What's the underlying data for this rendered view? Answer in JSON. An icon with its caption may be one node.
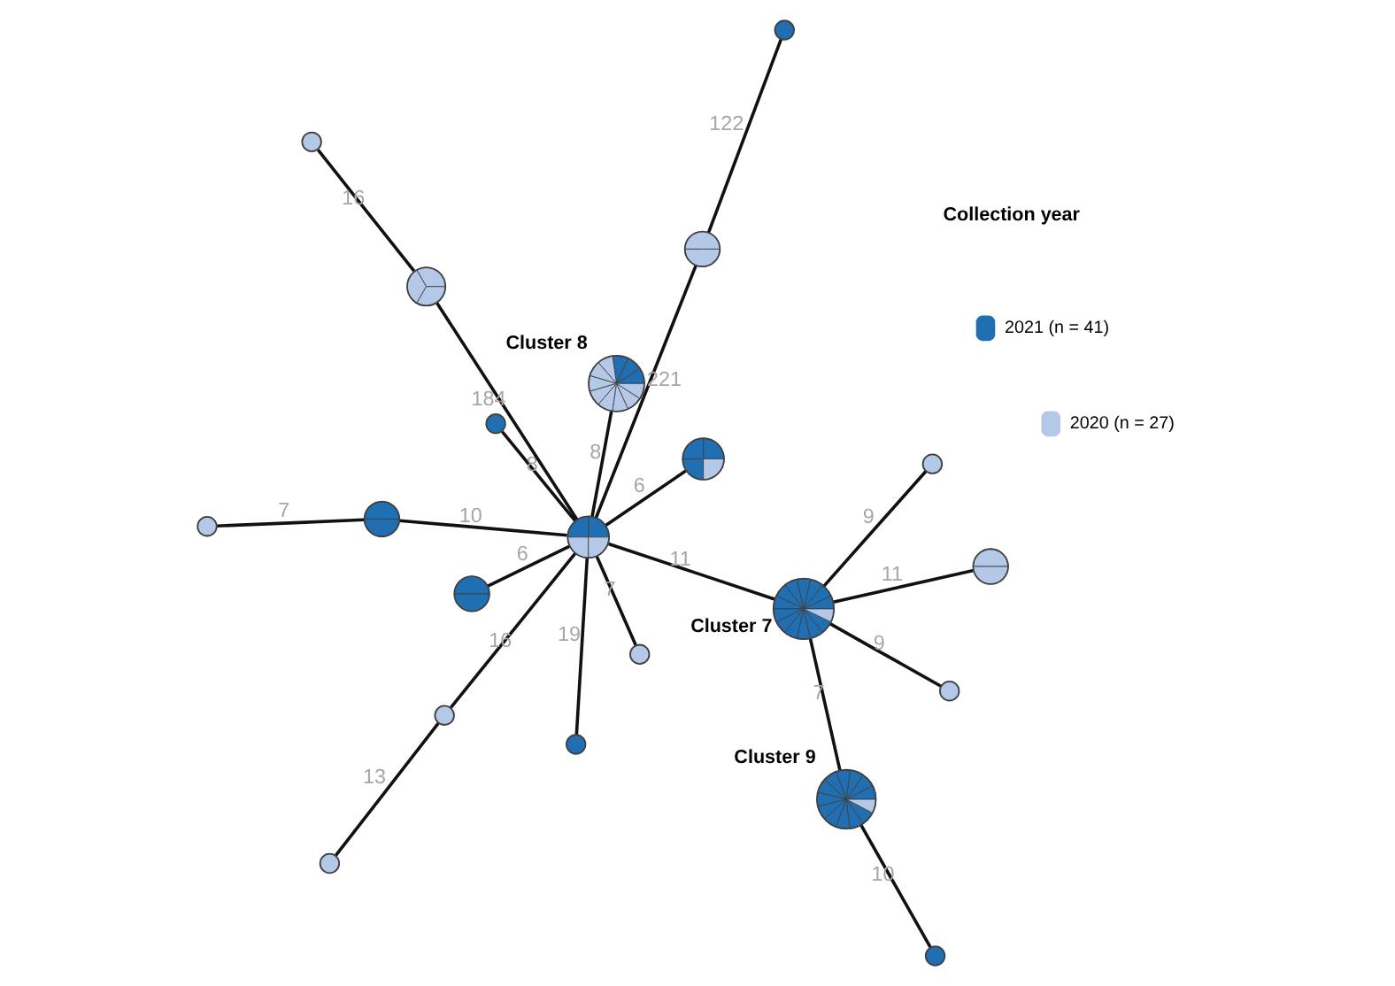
{
  "diagram": {
    "nodes": [
      {
        "text": [],
        "shape": "circle"
      },
      {
        "text": [],
        "shape": "circle"
      },
      {
        "text": [],
        "shape": "circle"
      },
      {
        "text": [],
        "shape": "circle"
      },
      {
        "text": [],
        "shape": "circle"
      },
      {
        "text": [],
        "shape": "circle",
        "beside": [
          "Cluster 9"
        ]
      },
      {
        "text": [],
        "shape": "circle"
      },
      {
        "text": [],
        "shape": "circle"
      },
      {
        "text": [],
        "shape": "circle"
      },
      {
        "text": [],
        "shape": "circle"
      },
      {
        "text": [],
        "shape": "circle"
      },
      {
        "text": [],
        "shape": "circle"
      },
      {
        "text": [],
        "shape": "circle"
      },
      {
        "text": [],
        "shape": "circle",
        "beside": [
          "Cluster 7"
        ]
      },
      {
        "text": [],
        "shape": "circle"
      },
      {
        "text": [],
        "shape": "circle"
      },
      {
        "text": [],
        "shape": "circle",
        "beside": [
          "Cluster 8"
        ]
      },
      {
        "text": [],
        "shape": "circle"
      },
      {
        "text": [],
        "shape": "circle"
      },
      {
        "text": [],
        "shape": "circle"
      },
      {
        "text": [],
        "shape": "circle"
      }
    ],
    "edges": [
      {
        "from": 2,
        "to": 5,
        "arrow": "none",
        "label": "10"
      },
      {
        "from": 5,
        "to": 13,
        "arrow": "none",
        "label": "7"
      },
      {
        "from": 13,
        "to": 6,
        "arrow": "none",
        "label": "11"
      },
      {
        "from": 13,
        "to": 7,
        "arrow": "none",
        "label": "9"
      },
      {
        "from": 13,
        "to": 9,
        "arrow": "none",
        "label": "9"
      },
      {
        "from": 13,
        "to": 11,
        "arrow": "none",
        "label": "11"
      },
      {
        "from": 11,
        "to": 4,
        "arrow": "none",
        "label": "16"
      },
      {
        "from": 4,
        "to": 1,
        "arrow": "none",
        "label": "13"
      },
      {
        "from": 11,
        "to": 8,
        "arrow": "none",
        "label": "6"
      },
      {
        "from": 11,
        "to": 3,
        "arrow": "none",
        "label": "221"
      },
      {
        "from": 3,
        "to": 0,
        "arrow": "none",
        "label": "122"
      },
      {
        "from": 11,
        "to": 10,
        "arrow": "none",
        "label": "6"
      },
      {
        "from": 11,
        "to": 12,
        "arrow": "none",
        "label": "19"
      },
      {
        "from": 11,
        "to": 14,
        "arrow": "none",
        "label": "7"
      },
      {
        "from": 11,
        "to": 15,
        "arrow": "none",
        "label": "10"
      },
      {
        "from": 15,
        "to": 19,
        "arrow": "none",
        "label": "7"
      },
      {
        "from": 11,
        "to": 18,
        "arrow": "none",
        "label": "184"
      },
      {
        "from": 18,
        "to": 20,
        "arrow": "none",
        "label": "16"
      },
      {
        "from": 11,
        "to": 16,
        "arrow": "none",
        "label": "8"
      },
      {
        "from": 11,
        "to": 17,
        "arrow": "none",
        "label": "8"
      }
    ],
    "labels": [
      "Collection year"
    ],
    "legend": [
      {
        "text": "2021 (n = 41)",
        "color": "#1f6fb2"
      },
      {
        "text": "2020 (n = 27)",
        "color": "#b4c8e8"
      }
    ]
  }
}
